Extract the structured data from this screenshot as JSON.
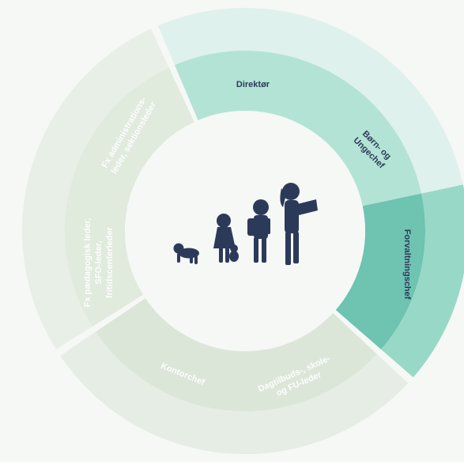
{
  "roles": {
    "direktor": "Direktør",
    "born_unge_line1": "Børn- og",
    "born_unge_line2": "Ungechef",
    "forvaltning": "Forvaltningschef",
    "kontorchef": "Kontorchef",
    "dagtilbud_line1": "Dagtilbuds-, skole-",
    "dagtilbud_line2": "og FU-leder",
    "admin_line1": "Fx administrations-",
    "admin_line2": "leder, sektionsleder",
    "paed_line1": "Fx pædagogisk leder,",
    "paed_line2": "SFO-leder,",
    "paed_line3": "fritidscenterleder"
  },
  "center": {
    "image": "children-silhouettes"
  },
  "colors": {
    "background": "#f5f8f5",
    "center_disc": "#f5f8f5",
    "top_outer": "#dff1ec",
    "top_inner": "#b3e3d5",
    "right_outer": "#98d8c7",
    "right_inner": "#6ec3b1",
    "left_outer": "#e8efe6",
    "left_inner": "#e0eadd",
    "bottom_outer": "#e5ede4",
    "bottom_inner": "#dbe6d8",
    "gap": "#f5f8f5",
    "dark_text": "#2c3a5a",
    "silhouette": "#2c3a5a"
  }
}
